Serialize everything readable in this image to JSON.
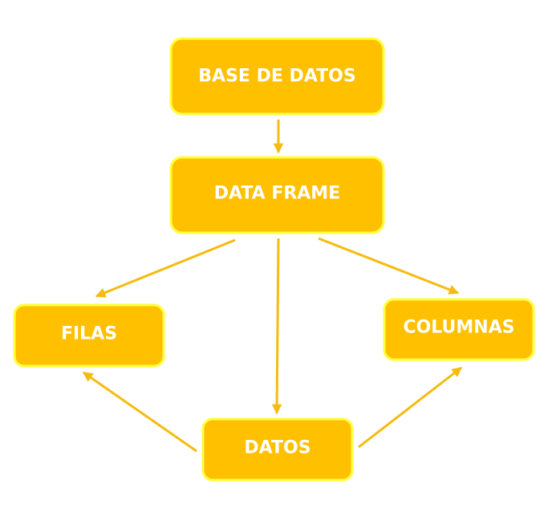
{
  "diagram": {
    "nodes": [
      {
        "id": "base",
        "label": "BASE DE DATOS"
      },
      {
        "id": "frame",
        "label": "DATA FRAME"
      },
      {
        "id": "filas",
        "label": "FILAS"
      },
      {
        "id": "columnas",
        "label": "COLUMNAS"
      },
      {
        "id": "datos",
        "label": "DATOS"
      }
    ],
    "edges": [
      {
        "from": "base",
        "to": "frame"
      },
      {
        "from": "frame",
        "to": "filas"
      },
      {
        "from": "frame",
        "to": "datos"
      },
      {
        "from": "frame",
        "to": "columnas"
      },
      {
        "from": "datos",
        "to": "filas"
      },
      {
        "from": "datos",
        "to": "columnas"
      }
    ]
  },
  "colors": {
    "node_fill": "#FFC000",
    "node_border": "#FFFF3C",
    "arrow": "#F5BB10",
    "label": "#FFFFFF"
  }
}
